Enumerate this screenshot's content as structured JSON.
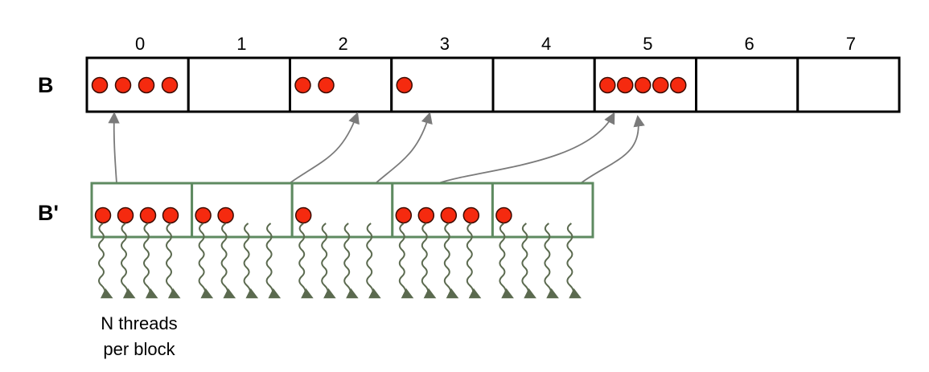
{
  "colors": {
    "dot": "#f52a0f",
    "block_border": "#5e8a60",
    "thread": "#5b6a4f",
    "arrow": "#7a7a7a"
  },
  "row_b": {
    "label": "B",
    "cells": [
      {
        "index": "0",
        "dots": 4
      },
      {
        "index": "1",
        "dots": 0
      },
      {
        "index": "2",
        "dots": 2
      },
      {
        "index": "3",
        "dots": 1
      },
      {
        "index": "4",
        "dots": 0
      },
      {
        "index": "5",
        "dots": 5
      },
      {
        "index": "6",
        "dots": 0
      },
      {
        "index": "7",
        "dots": 0
      }
    ]
  },
  "row_bprime": {
    "label": "B'",
    "blocks": [
      {
        "dots": 4,
        "threads": 4,
        "target": "0"
      },
      {
        "dots": 2,
        "threads": 4,
        "target": "2"
      },
      {
        "dots": 1,
        "threads": 4,
        "target": "3"
      },
      {
        "dots": 4,
        "threads": 4,
        "target": "5"
      },
      {
        "dots": 1,
        "threads": 4,
        "target": "5"
      }
    ]
  },
  "note": {
    "line1": "N threads",
    "line2": "per block"
  }
}
